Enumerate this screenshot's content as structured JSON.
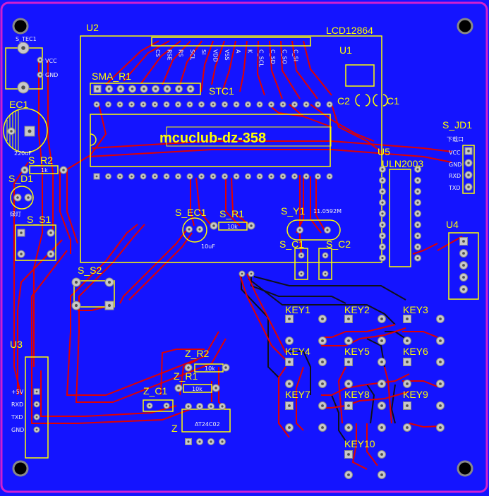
{
  "colors": {
    "board_blue": "#1414ff",
    "trace_red": "#e00000",
    "trace_black": "#101018",
    "silkscreen": "#ffff00",
    "pad": "#c8c8c8",
    "border": "#d020d0"
  },
  "refs": {
    "u2": "U2",
    "lcd": "LCD12864",
    "u1": "U1",
    "c2": "C2",
    "c1": "C1",
    "sma": "SMA_R1",
    "stc": "STC1",
    "mcuclub": "mcuclub-dz-358",
    "s_tec1": "S_TEC1",
    "vcc": "VCC",
    "gnd": "GND",
    "ec1": "EC1",
    "ec1_val": "220uF",
    "s_r2": "S_R2",
    "s_r2_val": "1k",
    "s_d1": "S_D1",
    "s_d1_note": "绿灯",
    "s_s1": "S_S1",
    "s_ec1": "S_EC1",
    "s_ec1_val": "10uF",
    "s_r1": "S_R1",
    "s_r1_val": "10k",
    "s_y1": "S_Y1",
    "s_y1_val": "11.0592M",
    "s_c1": "S_C1",
    "s_c2": "S_C2",
    "s_s2": "S_S2",
    "u5": "U5",
    "uln": "ULN2003",
    "s_jd1": "S_JD1",
    "s_jd1_note": "下载口",
    "jd_vcc": "VCC",
    "jd_gnd": "GND",
    "jd_rxd": "RXD",
    "jd_txd": "TXD",
    "u4": "U4",
    "u3": "U3",
    "u3_p1": "+5V",
    "u3_p2": "RXD",
    "u3_p3": "TXD",
    "u3_p4": "GND",
    "z_r2": "Z_R2",
    "z_r2_val": "10k",
    "z_r1": "Z_R1",
    "z_r1_val": "10k",
    "z_c1": "Z_C1",
    "z": "Z",
    "at24": "AT24C02",
    "key1": "KEY1",
    "key2": "KEY2",
    "key3": "KEY3",
    "key4": "KEY4",
    "key5": "KEY5",
    "key6": "KEY6",
    "key7": "KEY7",
    "key8": "KEY8",
    "key9": "KEY9",
    "key10": "KEY10"
  },
  "lcd_pins": [
    "CS",
    "RSE",
    "RS",
    "SCL",
    "SI",
    "VDD",
    "VSS",
    "A",
    "K",
    "C_SCL",
    "C_SD",
    "C_SO",
    "C_SI"
  ]
}
